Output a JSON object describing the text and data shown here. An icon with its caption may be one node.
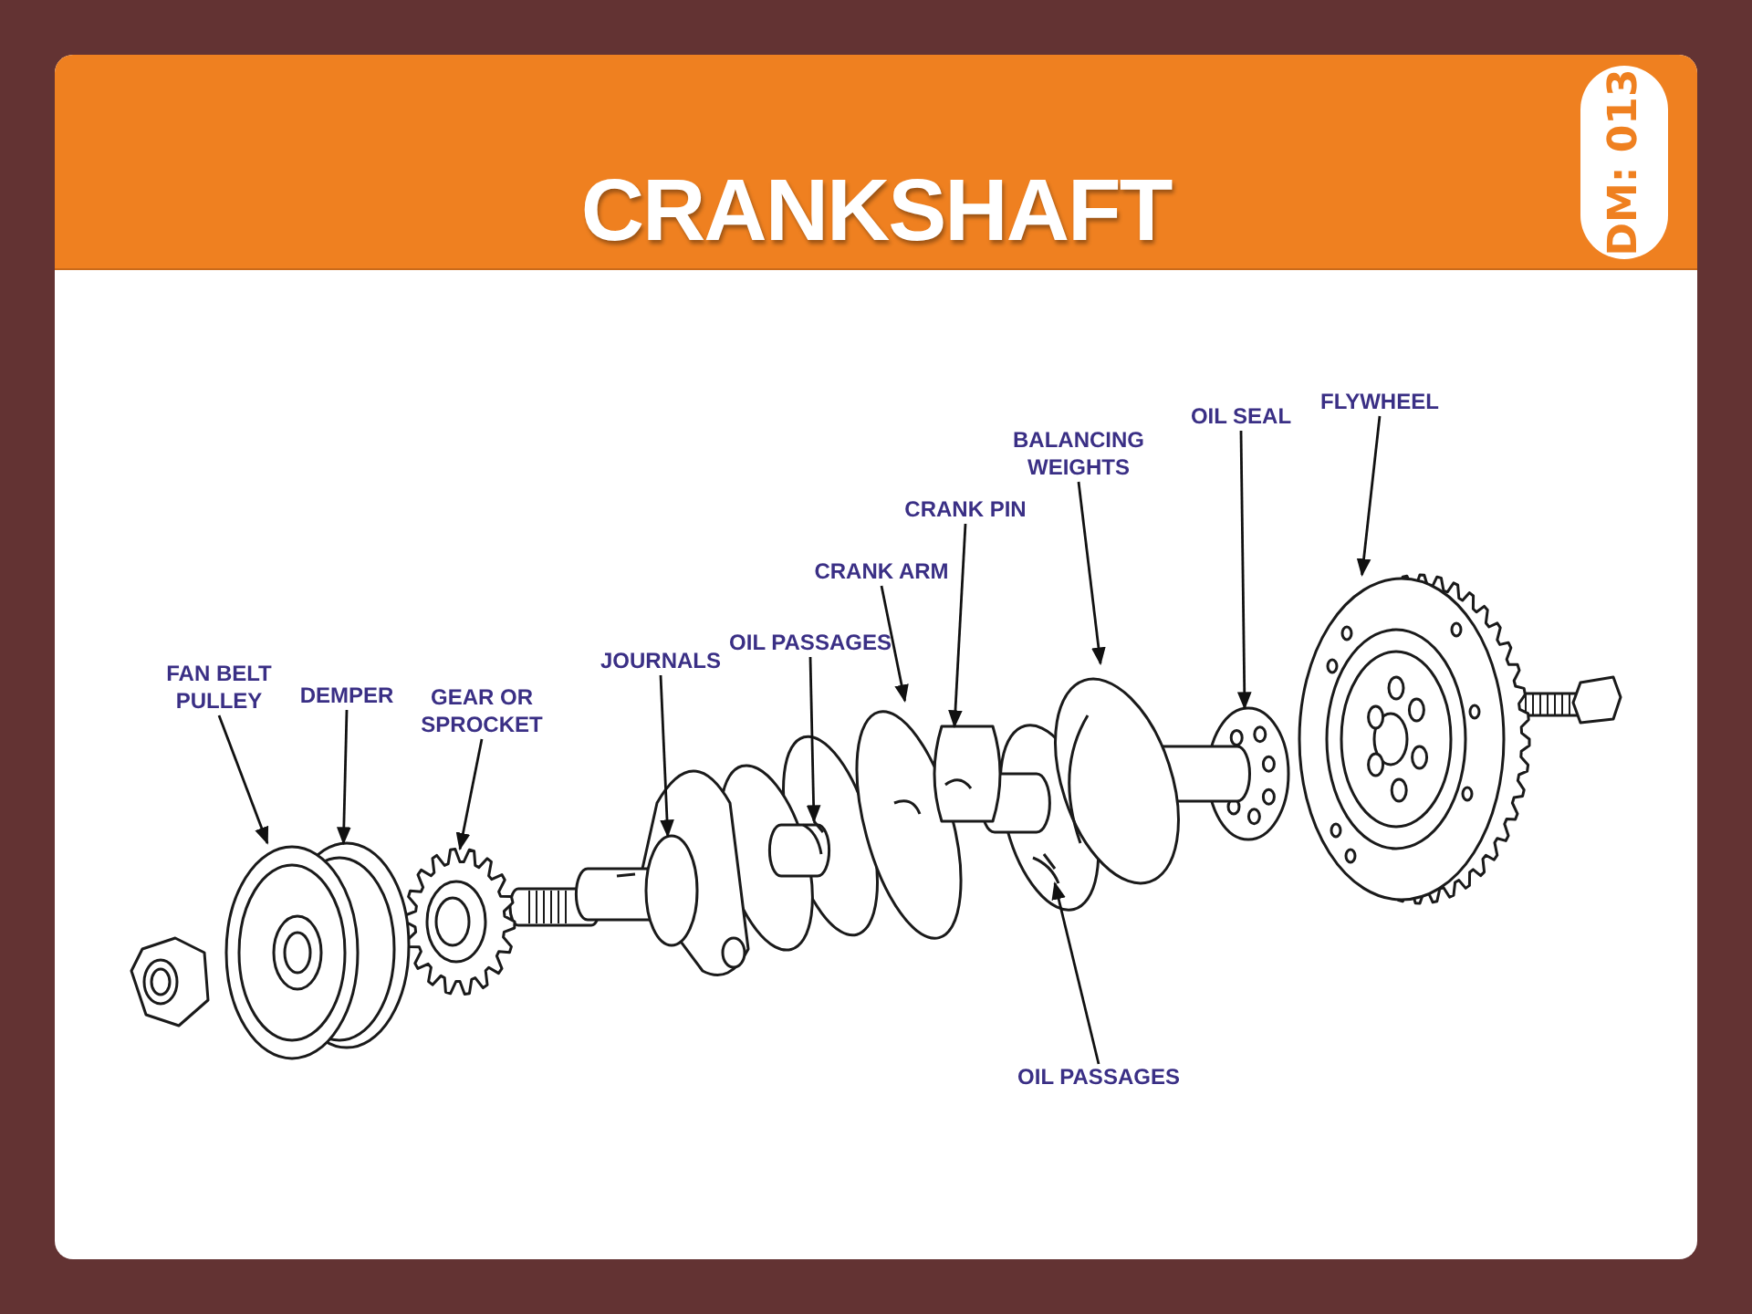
{
  "diagram": {
    "title": "CRANKSHAFT",
    "nodes": [
      {
        "text": [
          "FAN BELT PULLEY"
        ]
      },
      {
        "text": [
          "DEMPER"
        ]
      },
      {
        "text": [
          "GEAR OR SPROCKET"
        ]
      },
      {
        "text": [
          "JOURNALS"
        ]
      },
      {
        "text": [
          "OIL PASSAGES"
        ]
      },
      {
        "text": [
          "CRANK ARM"
        ]
      },
      {
        "text": [
          "CRANK PIN"
        ]
      },
      {
        "text": [
          "BALANCING WEIGHTS"
        ]
      },
      {
        "text": [
          "OIL SEAL"
        ]
      },
      {
        "text": [
          "FLYWHEEL"
        ]
      },
      {
        "text": [
          "OIL PASSAGES"
        ]
      },
      {
        "text": [],
        "shape": "picture"
      },
      {
        "text": [],
        "shape": "picture"
      },
      {
        "text": [],
        "shape": "picture"
      },
      {
        "text": [],
        "shape": "picture"
      },
      {
        "text": [],
        "shape": "picture"
      },
      {
        "text": [],
        "shape": "picture"
      },
      {
        "text": [],
        "shape": "picture"
      },
      {
        "text": [],
        "shape": "picture"
      },
      {
        "text": [],
        "shape": "picture"
      },
      {
        "text": [],
        "shape": "picture"
      }
    ],
    "edges": [
      {
        "from": 0,
        "to": 11,
        "arrow": "to"
      },
      {
        "from": 1,
        "to": 11,
        "arrow": "to"
      },
      {
        "from": 2,
        "to": 12,
        "arrow": "to"
      },
      {
        "from": 3,
        "to": 13,
        "arrow": "to"
      },
      {
        "from": 4,
        "to": 14,
        "arrow": "to"
      },
      {
        "from": 5,
        "to": 15,
        "arrow": "to"
      },
      {
        "from": 6,
        "to": 16,
        "arrow": "to"
      },
      {
        "from": 7,
        "to": 17,
        "arrow": "to"
      },
      {
        "from": 8,
        "to": 18,
        "arrow": "to"
      },
      {
        "from": 9,
        "to": 19,
        "arrow": "to"
      },
      {
        "from": 10,
        "to": 20,
        "arrow": "to"
      }
    ],
    "labels": [
      "DM: 013"
    ]
  }
}
